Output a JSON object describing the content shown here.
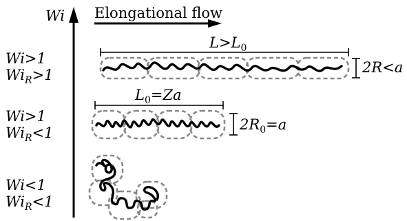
{
  "axis": {
    "label": "Wi"
  },
  "flow": {
    "label": "Elongational flow"
  },
  "regimes": [
    {
      "line1": "Wi>1",
      "line2_main": "Wi",
      "line2_sub": "R",
      "line2_rest": ">1"
    },
    {
      "line1": "Wi>1",
      "line2_main": "Wi",
      "line2_sub": "R",
      "line2_rest": "<1"
    },
    {
      "line1": "Wi<1",
      "line2_main": "Wi",
      "line2_sub": "R",
      "line2_rest": "<1"
    }
  ],
  "dimensions": {
    "top_length": {
      "main": "L>L",
      "sub": "0"
    },
    "top_width": {
      "main": "2R<a"
    },
    "mid_length": {
      "main": "L",
      "sub": "0",
      "rest": "=Za"
    },
    "mid_width": {
      "main": "2R",
      "sub": "0",
      "rest": "=a"
    }
  },
  "colors": {
    "tube": "#888888",
    "chain": "#000000"
  }
}
